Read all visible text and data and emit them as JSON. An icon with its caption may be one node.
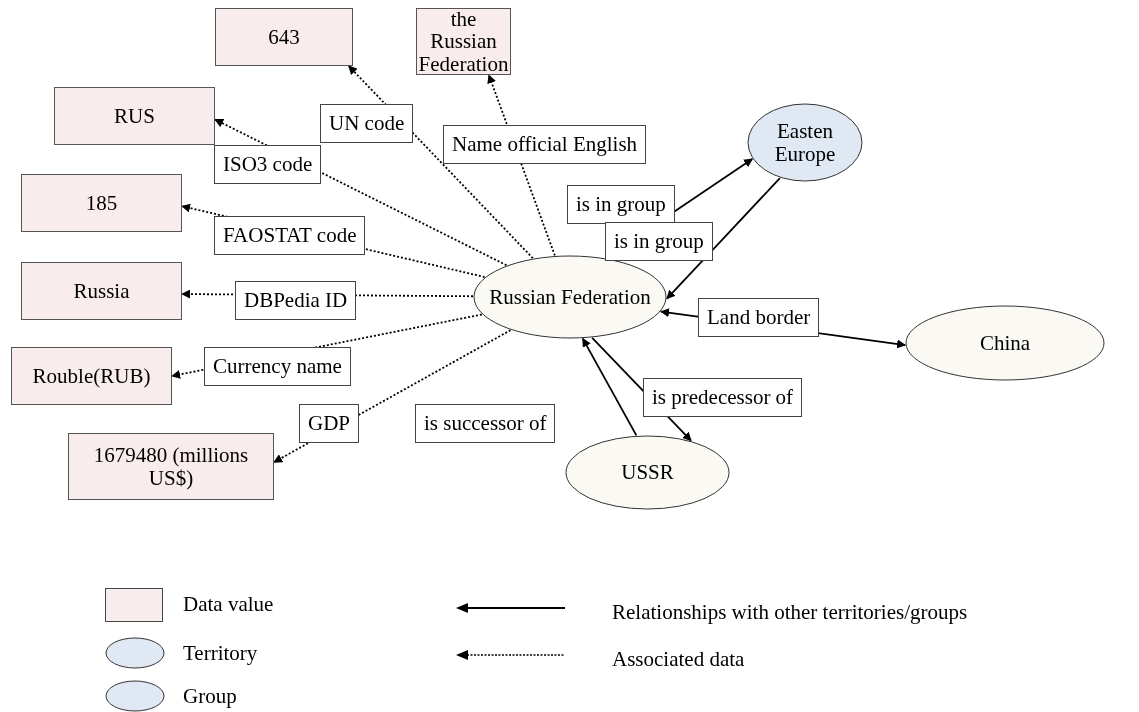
{
  "diagram": {
    "nodes": [
      {
        "text": [
          "643"
        ]
      },
      {
        "text": [
          "the Russian Federation"
        ]
      },
      {
        "text": [
          "RUS"
        ]
      },
      {
        "text": [
          "185"
        ]
      },
      {
        "text": [
          "Russia"
        ]
      },
      {
        "text": [
          "Rouble(RUB)"
        ]
      },
      {
        "text": [
          "1679480 (millions US$)"
        ]
      },
      {
        "text": [
          "Russian Federation"
        ]
      },
      {
        "text": [
          "Easten Europe"
        ]
      },
      {
        "text": [
          "China"
        ]
      },
      {
        "text": [
          "USSR"
        ]
      }
    ],
    "edges": [
      {
        "from": 7,
        "to": 0,
        "arrow": "to",
        "label": "UN code",
        "style": "dashed"
      },
      {
        "from": 7,
        "to": 1,
        "arrow": "to",
        "label": "Name official English",
        "style": "dashed"
      },
      {
        "from": 7,
        "to": 2,
        "arrow": "to",
        "label": "ISO3 code",
        "style": "dashed"
      },
      {
        "from": 7,
        "to": 3,
        "arrow": "to",
        "label": "FAOSTAT code",
        "style": "dashed"
      },
      {
        "from": 7,
        "to": 4,
        "arrow": "to",
        "label": "DBPedia ID",
        "style": "dashed"
      },
      {
        "from": 7,
        "to": 5,
        "arrow": "to",
        "label": "Currency name",
        "style": "dashed"
      },
      {
        "from": 7,
        "to": 6,
        "arrow": "to",
        "label": "GDP",
        "style": "dashed"
      },
      {
        "from": 7,
        "to": 8,
        "arrow": "to",
        "label": "is in group"
      },
      {
        "from": 8,
        "to": 7,
        "arrow": "to",
        "label": "is in group"
      },
      {
        "from": 7,
        "to": 9,
        "arrow": "both",
        "label": "Land border"
      },
      {
        "from": 10,
        "to": 7,
        "arrow": "to",
        "label": "is successor of"
      },
      {
        "from": 7,
        "to": 10,
        "arrow": "to",
        "label": "is predecessor of"
      }
    ],
    "legend": [
      {
        "text": "Data value",
        "color": "#f8ecec"
      },
      {
        "text": "Territory",
        "color": "#dfe8f3"
      },
      {
        "text": "Group",
        "color": "#dfe8f3"
      },
      {
        "text": "Relationships with other territories/groups"
      },
      {
        "text": "Associated data"
      }
    ]
  }
}
